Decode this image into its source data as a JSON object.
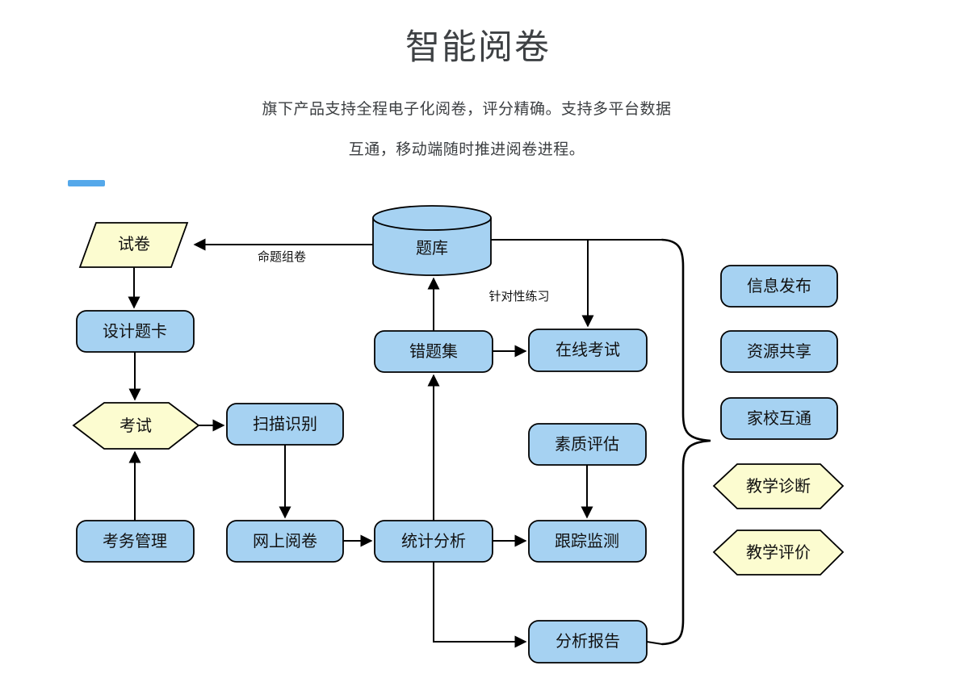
{
  "header": {
    "title": "智能阅卷",
    "subtitle_line1": "旗下产品支持全程电子化阅卷，评分精确。支持多平台数据",
    "subtitle_line2": "互通，移动端随时推进阅卷进程。"
  },
  "colors": {
    "node_blue": "#a6d2f2",
    "node_yellow": "#fcfcd0",
    "accent_dash": "#55a8ea",
    "outline": "#000000"
  },
  "diagram": {
    "nodes": [
      {
        "id": "shijuan",
        "label": "试卷",
        "shape": "parallelogram",
        "color": "yellow"
      },
      {
        "id": "tiku",
        "label": "题库",
        "shape": "cylinder",
        "color": "blue"
      },
      {
        "id": "sheji-tika",
        "label": "设计题卡",
        "shape": "rounded-rect",
        "color": "blue"
      },
      {
        "id": "kaoshi",
        "label": "考试",
        "shape": "hexagon",
        "color": "yellow"
      },
      {
        "id": "saomiao-shibie",
        "label": "扫描识别",
        "shape": "rounded-rect",
        "color": "blue"
      },
      {
        "id": "kaowu-guanli",
        "label": "考务管理",
        "shape": "rounded-rect",
        "color": "blue"
      },
      {
        "id": "wangshang-yuejuan",
        "label": "网上阅卷",
        "shape": "rounded-rect",
        "color": "blue"
      },
      {
        "id": "tongji-fenxi",
        "label": "统计分析",
        "shape": "rounded-rect",
        "color": "blue"
      },
      {
        "id": "cuotiji",
        "label": "错题集",
        "shape": "rounded-rect",
        "color": "blue"
      },
      {
        "id": "zaixian-kaoshi",
        "label": "在线考试",
        "shape": "rounded-rect",
        "color": "blue"
      },
      {
        "id": "suzhi-pinggu",
        "label": "素质评估",
        "shape": "rounded-rect",
        "color": "blue"
      },
      {
        "id": "genzong-jiance",
        "label": "跟踪监测",
        "shape": "rounded-rect",
        "color": "blue"
      },
      {
        "id": "fenxi-baogao",
        "label": "分析报告",
        "shape": "rounded-rect",
        "color": "blue"
      },
      {
        "id": "xinxi-fabu",
        "label": "信息发布",
        "shape": "rounded-rect",
        "color": "blue"
      },
      {
        "id": "ziyuan-gongxiang",
        "label": "资源共享",
        "shape": "rounded-rect",
        "color": "blue"
      },
      {
        "id": "jiaxiao-hutong",
        "label": "家校互通",
        "shape": "rounded-rect",
        "color": "blue"
      },
      {
        "id": "jiaoxue-zhenduan",
        "label": "教学诊断",
        "shape": "hexagon",
        "color": "yellow"
      },
      {
        "id": "jiaoxue-pingjia",
        "label": "教学评价",
        "shape": "hexagon",
        "color": "yellow"
      }
    ],
    "edge_labels": [
      {
        "id": "mingtizujuan",
        "text": "命题组卷"
      },
      {
        "id": "zhenduixing-lianxi",
        "text": "针对性练习"
      }
    ],
    "edges": [
      {
        "from": "题库",
        "to": "试卷",
        "label": "命题组卷"
      },
      {
        "from": "试卷",
        "to": "设计题卡"
      },
      {
        "from": "设计题卡",
        "to": "考试"
      },
      {
        "from": "考务管理",
        "to": "考试"
      },
      {
        "from": "考试",
        "to": "扫描识别"
      },
      {
        "from": "扫描识别",
        "to": "网上阅卷"
      },
      {
        "from": "网上阅卷",
        "to": "统计分析"
      },
      {
        "from": "统计分析",
        "to": "错题集"
      },
      {
        "from": "错题集",
        "to": "题库",
        "label": "针对性练习"
      },
      {
        "from": "错题集",
        "to": "在线考试"
      },
      {
        "from": "题库",
        "to": "在线考试"
      },
      {
        "from": "素质评估",
        "to": "跟踪监测"
      },
      {
        "from": "统计分析",
        "to": "跟踪监测"
      },
      {
        "from": "统计分析",
        "to": "分析报告"
      },
      {
        "from": "分析报告",
        "to": "右侧功能组"
      }
    ]
  }
}
